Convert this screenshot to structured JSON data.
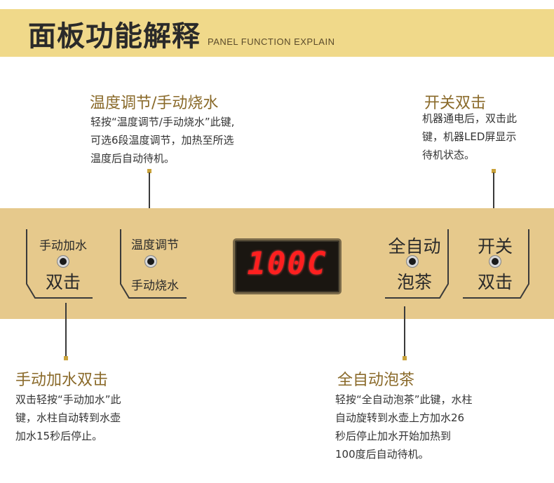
{
  "header": {
    "title": "面板功能解释",
    "subtitle": "PANEL FUNCTION EXPLAIN"
  },
  "callouts": {
    "temp": {
      "title": "温度调节/手动烧水",
      "desc": "轻按“温度调节/手动烧水”此键,\n可选6段温度调节，加热至所选\n温度后自动待机。"
    },
    "power": {
      "title": "开关双击",
      "desc": "机器通电后，双击此\n键，机器LED屏显示\n待机状态。"
    },
    "manual": {
      "title": "手动加水双击",
      "desc": "双击轻按“手动加水”此\n键，水柱自动转到水壶\n加水15秒后停止。"
    },
    "auto": {
      "title": "全自动泡茶",
      "desc": "轻按“全自动泡茶”此键，水柱\n自动旋转到水壶上方加水26\n秒后停止加水开始加热到\n100度后自动待机。"
    }
  },
  "panel": {
    "buttons": {
      "manual_water": {
        "top": "手动加水",
        "bottom": "双击"
      },
      "temp": {
        "top": "温度调节",
        "bottom": "手动烧水"
      },
      "auto_tea": {
        "top": "全自动",
        "bottom": "泡茶"
      },
      "power": {
        "top": "开关",
        "bottom": "双击"
      }
    },
    "display": "100C"
  },
  "colors": {
    "header_bg": "#f0d98a",
    "panel_bg": "#e6c98c",
    "callout_title": "#8a6a2a",
    "display_text": "#ff1f1f",
    "marker": "#c9a23a"
  }
}
